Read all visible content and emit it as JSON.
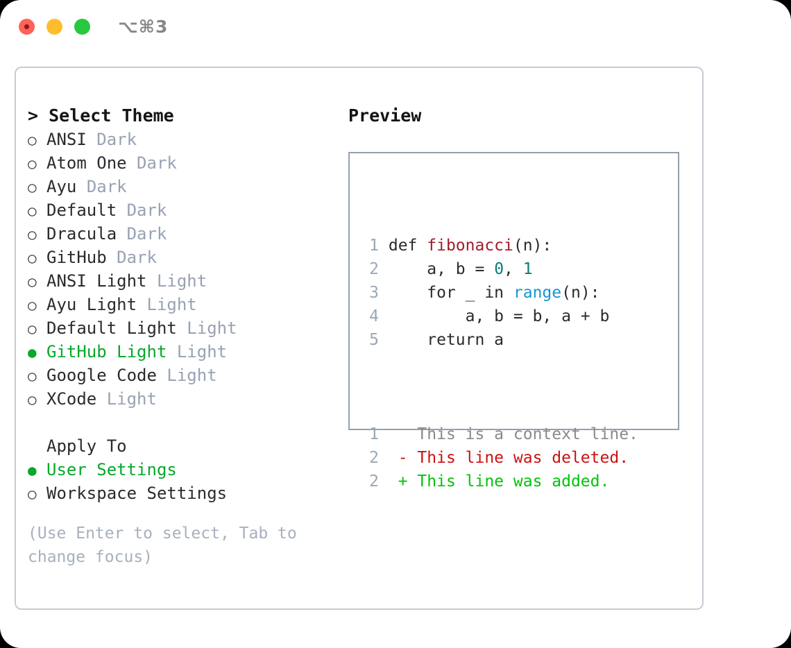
{
  "titlebar": {
    "shortcut": "⌥⌘3",
    "buttons": {
      "close": "close-window",
      "minimize": "minimize-window",
      "maximize": "maximize-window"
    }
  },
  "left": {
    "heading": "> Select Theme",
    "marker_unselected": "○",
    "marker_selected": "●",
    "themes": [
      {
        "name": "ANSI",
        "variant": "Dark",
        "selected": false
      },
      {
        "name": "Atom One",
        "variant": "Dark",
        "selected": false
      },
      {
        "name": "Ayu",
        "variant": "Dark",
        "selected": false
      },
      {
        "name": "Default",
        "variant": "Dark",
        "selected": false
      },
      {
        "name": "Dracula",
        "variant": "Dark",
        "selected": false
      },
      {
        "name": "GitHub",
        "variant": "Dark",
        "selected": false
      },
      {
        "name": "ANSI Light",
        "variant": "Light",
        "selected": false
      },
      {
        "name": "Ayu Light",
        "variant": "Light",
        "selected": false
      },
      {
        "name": "Default Light",
        "variant": "Light",
        "selected": false
      },
      {
        "name": "GitHub Light",
        "variant": "Light",
        "selected": true
      },
      {
        "name": "Google Code",
        "variant": "Light",
        "selected": false
      },
      {
        "name": "XCode",
        "variant": "Light",
        "selected": false
      }
    ],
    "apply_to": {
      "heading": "Apply To",
      "options": [
        {
          "name": "User Settings",
          "selected": true
        },
        {
          "name": "Workspace Settings",
          "selected": false
        }
      ]
    },
    "hint": "(Use Enter to select, Tab to change focus)"
  },
  "right": {
    "heading": "Preview",
    "code_lines": [
      {
        "num": "1",
        "tokens": [
          {
            "text": "def ",
            "kind": "plain"
          },
          {
            "text": "fibonacci",
            "kind": "fn"
          },
          {
            "text": "(n):",
            "kind": "plain"
          }
        ]
      },
      {
        "num": "2",
        "tokens": [
          {
            "text": "    a, b = ",
            "kind": "plain"
          },
          {
            "text": "0",
            "kind": "num"
          },
          {
            "text": ", ",
            "kind": "plain"
          },
          {
            "text": "1",
            "kind": "num"
          }
        ]
      },
      {
        "num": "3",
        "tokens": [
          {
            "text": "    for _ in ",
            "kind": "plain"
          },
          {
            "text": "range",
            "kind": "builtin"
          },
          {
            "text": "(n):",
            "kind": "plain"
          }
        ]
      },
      {
        "num": "4",
        "tokens": [
          {
            "text": "        a, b = b, a + b",
            "kind": "plain"
          }
        ]
      },
      {
        "num": "5",
        "tokens": [
          {
            "text": "    return a",
            "kind": "plain"
          }
        ]
      }
    ],
    "diff_lines": [
      {
        "num": "1",
        "sign": " ",
        "text": " This is a context line.",
        "kind": "ctx"
      },
      {
        "num": "2",
        "sign": "-",
        "text": " This line was deleted.",
        "kind": "del"
      },
      {
        "num": "2",
        "sign": "+",
        "text": " This line was added.",
        "kind": "add"
      }
    ]
  },
  "colors": {
    "selected_green": "#08a82c",
    "variant_gray": "#98a2b3",
    "hint_gray": "#a7b0bd",
    "function_red": "#a31b2b",
    "number_teal": "#0a7d77",
    "builtin_blue": "#1496d1",
    "diff_delete_red": "#cc1111",
    "diff_add_green": "#00c408",
    "traffic_red": "#ff6259",
    "traffic_yellow": "#ffbd2e",
    "traffic_green": "#28c840"
  }
}
